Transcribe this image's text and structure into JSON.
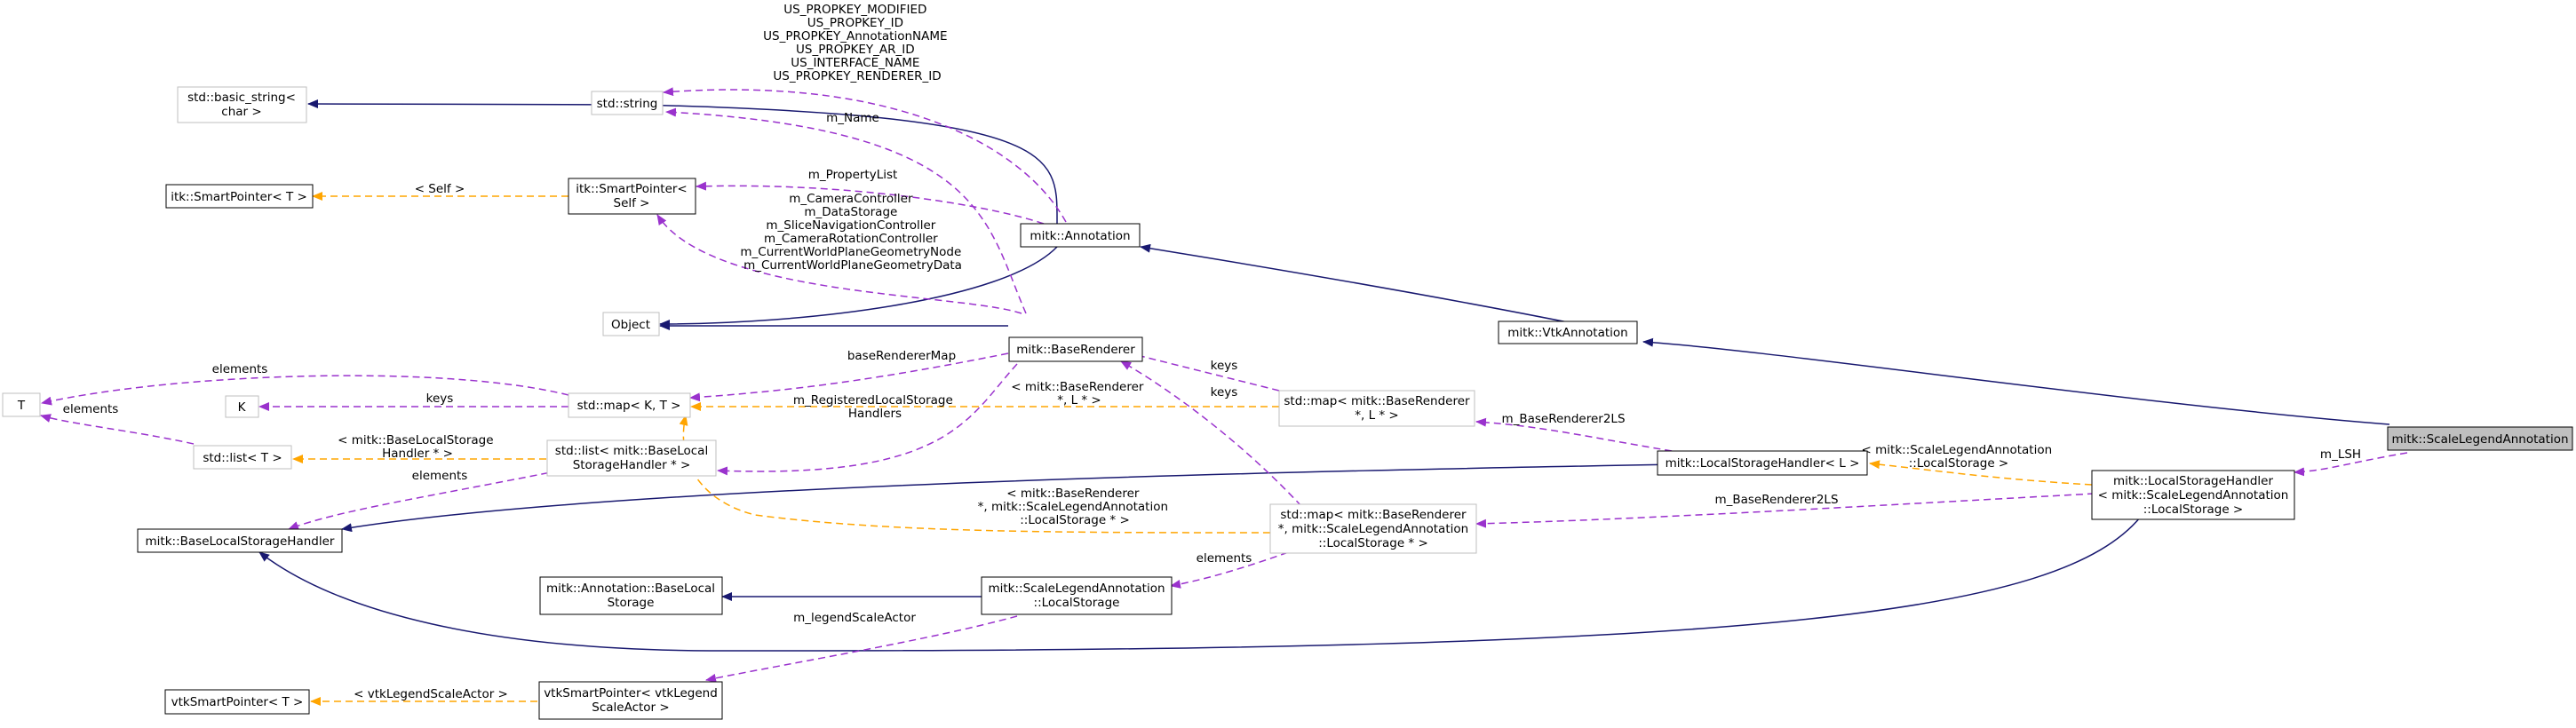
{
  "colors": {
    "inheritance": "#191970",
    "usage": "#9a32cd",
    "template": "#ffa500",
    "node_border_solid": "#000000",
    "node_border_gray": "#bfbfbf",
    "highlight_fill": "#bfbfbf"
  },
  "nodes": {
    "scale_legend_annotation": "mitk::ScaleLegendAnnotation",
    "vtk_annotation": "mitk::VtkAnnotation",
    "annotation": "mitk::Annotation",
    "object": "Object",
    "std_string": "std::string",
    "basic_string": [
      "std::basic_string<",
      "char >"
    ],
    "itk_smartpointer_self": [
      "itk::SmartPointer<",
      "Self >"
    ],
    "itk_smartpointer_t": "itk::SmartPointer< T >",
    "base_renderer": "mitk::BaseRenderer",
    "std_map_kt": "std::map< K, T >",
    "k": "K",
    "t": "T",
    "std_list_t": "std::list< T >",
    "std_list_lsh": [
      "std::list< mitk::BaseLocal",
      "StorageHandler * >"
    ],
    "base_lsh": "mitk::BaseLocalStorageHandler",
    "std_map_br_l": [
      "std::map< mitk::BaseRenderer",
      "*, L * >"
    ],
    "lsh_l": "mitk::LocalStorageHandler< L >",
    "lsh_sla": [
      "mitk::LocalStorageHandler",
      "< mitk::ScaleLegendAnnotation",
      "::LocalStorage >"
    ],
    "std_map_br_sla": [
      "std::map< mitk::BaseRenderer",
      "*, mitk::ScaleLegendAnnotation",
      "::LocalStorage * >"
    ],
    "annotation_bls": [
      "mitk::Annotation::BaseLocal",
      "Storage"
    ],
    "sla_localstorage": [
      "mitk::ScaleLegendAnnotation",
      "::LocalStorage"
    ],
    "vtk_smartpointer_t": "vtkSmartPointer< T >",
    "vtk_smartpointer_lsa": [
      "vtkSmartPointer< vtkLegend",
      "ScaleActor >"
    ]
  },
  "edge_labels": {
    "string_to_annotation": [
      "US_PROPKEY_MODIFIED",
      "US_PROPKEY_ID",
      "US_PROPKEY_AnnotationNAME",
      "US_PROPKEY_AR_ID",
      "US_INTERFACE_NAME",
      "US_PROPKEY_RENDERER_ID"
    ],
    "m_name": "m_Name",
    "m_property_list": "m_PropertyList",
    "self_template": "< Self >",
    "renderer_members": [
      "m_CameraController",
      "m_DataStorage",
      "m_SliceNavigationController",
      "m_CameraRotationController",
      "m_CurrentWorldPlaneGeometryNode",
      "m_CurrentWorldPlaneGeometryData"
    ],
    "base_renderer_map": "baseRendererMap",
    "elements_t": "elements",
    "keys_k": "keys",
    "elements_list": "elements",
    "registered_ls": [
      "m_RegisteredLocalStorage",
      "Handlers"
    ],
    "template_br_l": [
      "< mitk::BaseRenderer",
      "*, L * >"
    ],
    "keys_1": "keys",
    "keys_2": "keys",
    "base_renderer_2ls_1": "m_BaseRenderer2LS",
    "base_renderer_2ls_2": "m_BaseRenderer2LS",
    "template_lsh": [
      "< mitk::BaseLocalStorage",
      "Handler * >"
    ],
    "elements_lsh": "elements",
    "template_sla_ls": [
      "< mitk::ScaleLegendAnnotation",
      "::LocalStorage >"
    ],
    "m_lsh": "m_LSH",
    "template_br_sla": [
      "< mitk::BaseRenderer",
      "*, mitk::ScaleLegendAnnotation",
      "::LocalStorage * >"
    ],
    "elements_sla": "elements",
    "m_legend_scale_actor": "m_legendScaleActor",
    "vtk_template": "< vtkLegendScaleActor >"
  }
}
